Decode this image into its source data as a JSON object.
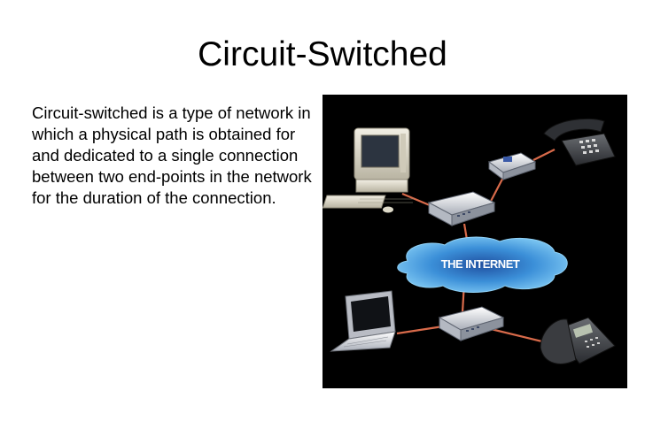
{
  "slide": {
    "title": "Circuit-Switched",
    "body": "Circuit-switched is a type of network in which a physical path is obtained for and dedicated to a single connection between two end-points in the network for the duration of the connection."
  },
  "diagram": {
    "cloud_label": "THE INTERNET",
    "colors": {
      "background": "#000000",
      "link": "#d86a4a",
      "cloud": "#4aa3e0"
    },
    "icons": [
      "desktop-computer-icon",
      "desk-phone-icon",
      "modem-icon",
      "router-icon",
      "laptop-icon",
      "ip-phone-icon"
    ]
  }
}
